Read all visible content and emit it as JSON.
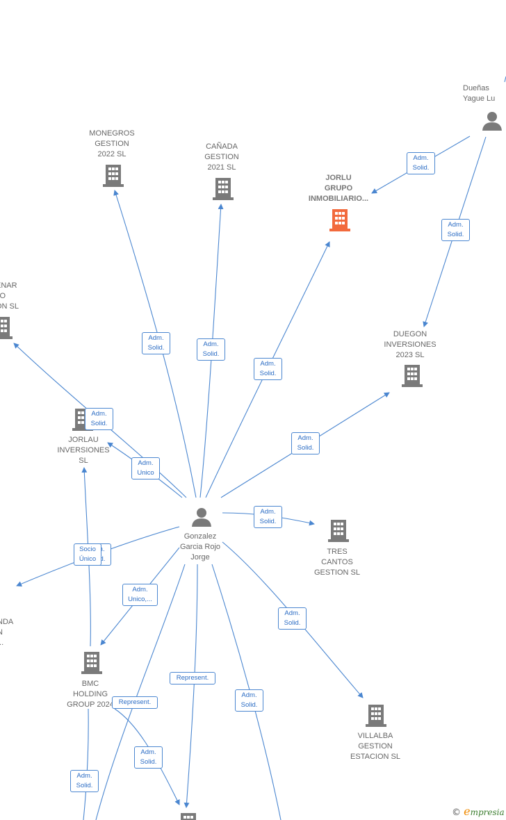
{
  "colors": {
    "edge": "#4a86d0",
    "node": "#7a7a7a",
    "focus": "#f26a3d"
  },
  "nodes": {
    "center_person": {
      "label": "Gonzalez\nGarcia Rojo\nJorge",
      "icon": "person-icon"
    },
    "duenas": {
      "label": "Dueñas\nYague Lu",
      "icon": "person-icon"
    },
    "monegros": {
      "label": "MONEGROS\nGESTION\n2022  SL",
      "icon": "building-icon"
    },
    "canada": {
      "label": "CAÑADA\nGESTION\n2021  SL",
      "icon": "building-icon"
    },
    "jorlu": {
      "label": "JORLU\nGRUPO\nINMOBILIARIO...",
      "icon": "building-icon"
    },
    "duegon": {
      "label": "DUEGON\nINVERSIONES\n2023  SL",
      "icon": "building-icon"
    },
    "tres_cantos": {
      "label": "TRES\nCANTOS\nGESTION  SL",
      "icon": "building-icon"
    },
    "villalba": {
      "label": "VILLALBA\nGESTION\nESTACION  SL",
      "icon": "building-icon"
    },
    "jorlau": {
      "label": "JORLAU\nINVERSIONES\nSL",
      "icon": "building-icon"
    },
    "bmc": {
      "label": "BMC\nHOLDING\nGROUP 2024",
      "icon": "building-icon"
    },
    "left_top": {
      "label": "ENAR\nJO\nON  SL",
      "icon": "building-icon"
    },
    "left_bottom": {
      "label": "NDA\nN\n...",
      "icon": "building-icon"
    },
    "bottom": {
      "label": "",
      "icon": "building-icon"
    }
  },
  "edge_labels": {
    "duenas_jorlu": "Adm.\nSolid.",
    "duenas_duegon": "Adm.\nSolid.",
    "center_monegros": "Adm.\nSolid.",
    "center_canada": "Adm.\nSolid.",
    "center_jorlu": "Adm.\nSolid.",
    "center_duegon": "Adm.\nSolid.",
    "center_tres_cantos": "Adm.\nSolid.",
    "center_villalba": "Adm.\nSolid.",
    "center_left_top": "Adm.\nSolid.",
    "center_jorlau": "Adm.\nUnico",
    "center_left_bottom_hidden": "Adm.\nSolid.",
    "jorlau_bmc": "Socio\nÚnico",
    "center_bmc": "Adm.\nUnico,...",
    "center_bottom": "Represent.",
    "bmc_bottom": "Represent.",
    "bmc_bottom_2": "Adm.\nSolid.",
    "center_down_right": "Adm.\nSolid.",
    "bmc_down": "Adm.\nSolid."
  },
  "brand": {
    "copyright": "©",
    "initial": "e",
    "rest": "mpresia"
  }
}
